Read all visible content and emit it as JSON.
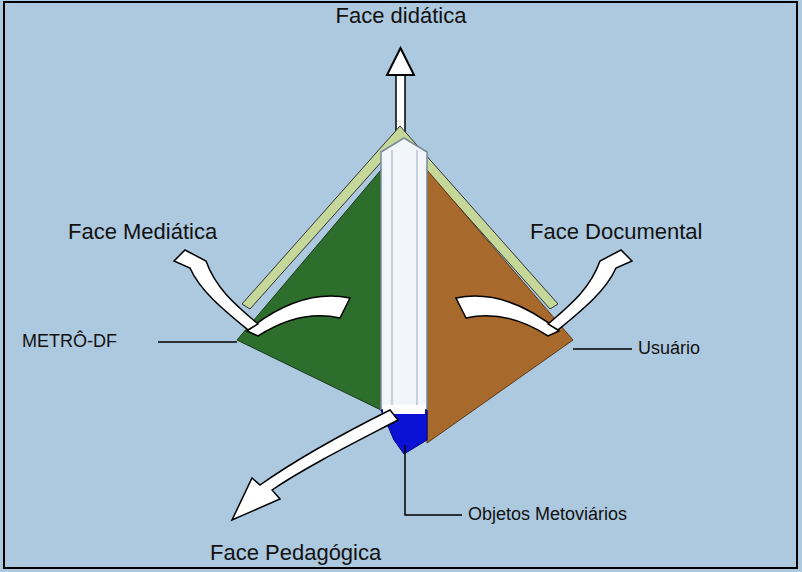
{
  "diagram": {
    "labels": [
      "Face didática",
      "Face Mediática",
      "Face Documental",
      "METRÔ-DF",
      "Usuário",
      "Objetos Metoviários",
      "Face Pedagógica"
    ]
  }
}
